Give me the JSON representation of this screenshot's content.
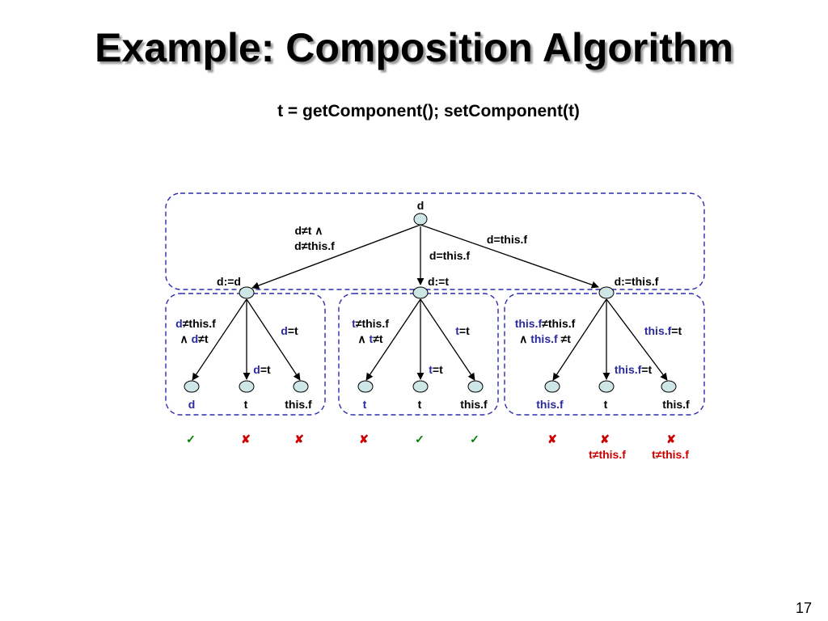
{
  "title": "Example: Composition Algorithm",
  "subtitle": "t = getComponent(); setComponent(t)",
  "page_number": "17",
  "colors": {
    "border": "#2b2bb0",
    "node_fill": "#cfe6e6",
    "accent": "#2b2b9e",
    "check": "#008000",
    "cross": "#cc0000"
  },
  "tree": {
    "root_label": "d",
    "top_edges": {
      "left_line1": "d≠t ∧",
      "left_line2": "d≠this.f",
      "middle": "d=this.f",
      "right": "d=this.f"
    },
    "groups": [
      {
        "label": "d:=d",
        "edge_left": {
          "line1_a": "d",
          "line1_b": "≠this.f",
          "line2_a": "∧ ",
          "line2_b": "d",
          "line2_c": "≠t"
        },
        "edge_mid": {
          "a": "d",
          "b": "=t"
        },
        "edge_right": {
          "a": "d",
          "b": "=t"
        },
        "leaves": [
          "d",
          "t",
          "this.f"
        ]
      },
      {
        "label": "d:=t",
        "edge_left": {
          "line1_a": "t",
          "line1_b": "≠this.f",
          "line2_a": "∧ ",
          "line2_b": "t",
          "line2_c": "≠t"
        },
        "edge_mid": {
          "a": "t",
          "b": "=t"
        },
        "edge_right": {
          "a": "t",
          "b": "=t"
        },
        "leaves": [
          "t",
          "t",
          "this.f"
        ]
      },
      {
        "label": "d:=this.f",
        "edge_left": {
          "line1_a": "this.f",
          "line1_b": "≠this.f",
          "line2_a": "∧ ",
          "line2_b": "this.f",
          "line2_c": " ≠t"
        },
        "edge_mid": {
          "a": "this.f",
          "b": "=t"
        },
        "edge_right": {
          "a": "this.f",
          "b": "=t"
        },
        "leaves": [
          "this.f",
          "t",
          "this.f"
        ]
      }
    ],
    "results": [
      {
        "mark": "✓"
      },
      {
        "mark": "✘"
      },
      {
        "mark": "✘"
      },
      {
        "mark": "✘"
      },
      {
        "mark": "✓"
      },
      {
        "mark": "✓"
      },
      {
        "mark": "✘"
      },
      {
        "mark": "✘"
      },
      {
        "mark": "✘"
      }
    ],
    "notes": [
      "t≠this.f",
      "t≠this.f"
    ]
  }
}
